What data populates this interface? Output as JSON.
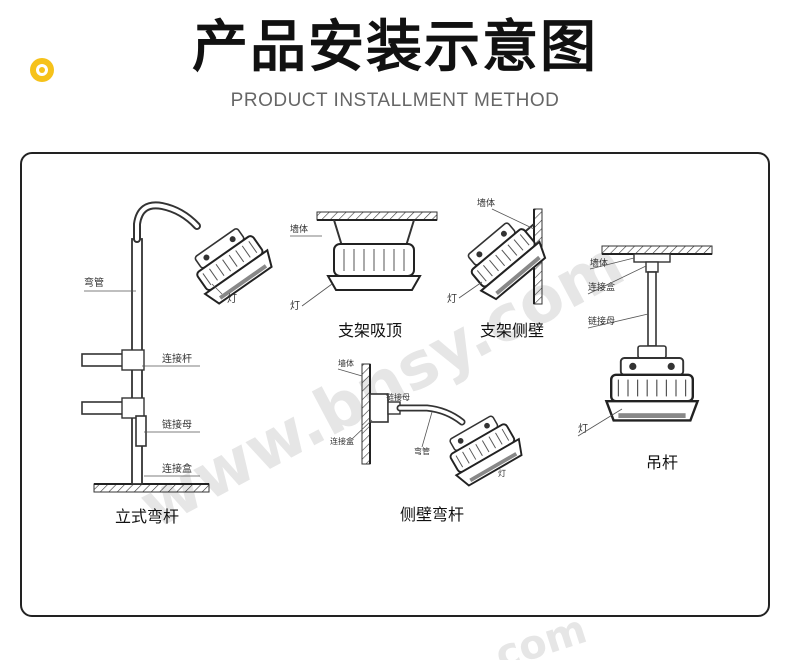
{
  "header": {
    "title": "产品安装示意图",
    "subtitle": "PRODUCT INSTALLMENT METHOD",
    "badge_color": "#f6c21a"
  },
  "watermark": {
    "text": "www.bnsy.com",
    "tail": "com"
  },
  "methods": {
    "pole": {
      "caption": "立式弯杆",
      "labels": {
        "bend_pipe": "弯管",
        "lamp": "灯",
        "connecting_rod": "连接杆",
        "link_nut": "链接母",
        "junction_box": "连接盒"
      }
    },
    "ceiling": {
      "caption": "支架吸顶",
      "labels": {
        "wall": "墙体",
        "lamp": "灯"
      }
    },
    "side_bracket": {
      "caption": "支架侧壁",
      "labels": {
        "wall": "墙体",
        "lamp": "灯"
      }
    },
    "wall_bend": {
      "caption": "侧壁弯杆",
      "labels": {
        "wall": "墙体",
        "link_nut": "链接母",
        "junction_box": "连接盒",
        "bend_pipe": "弯管",
        "lamp": "灯"
      }
    },
    "pendant": {
      "caption": "吊杆",
      "labels": {
        "wall": "墙体",
        "junction_box": "连接盒",
        "link_nut": "链接母",
        "lamp": "灯"
      }
    }
  }
}
